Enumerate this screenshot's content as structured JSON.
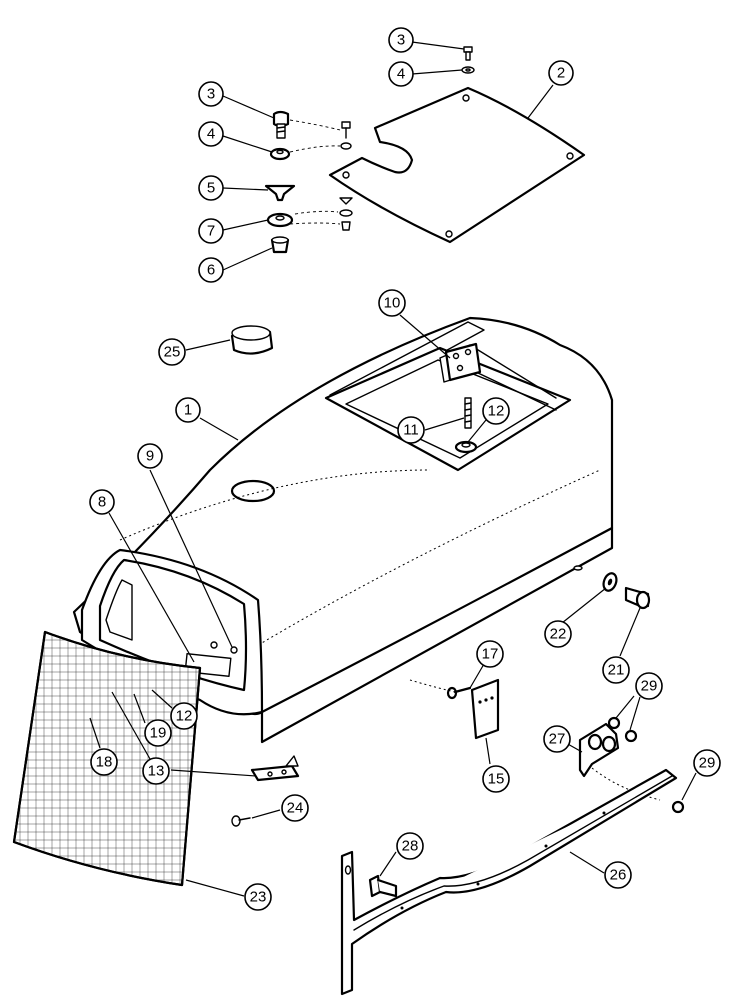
{
  "callouts": [
    {
      "id": "c3a",
      "label": "3"
    },
    {
      "id": "c4a",
      "label": "4"
    },
    {
      "id": "c2",
      "label": "2"
    },
    {
      "id": "c3b",
      "label": "3"
    },
    {
      "id": "c4b",
      "label": "4"
    },
    {
      "id": "c5",
      "label": "5"
    },
    {
      "id": "c7",
      "label": "7"
    },
    {
      "id": "c6",
      "label": "6"
    },
    {
      "id": "c25",
      "label": "25"
    },
    {
      "id": "c10",
      "label": "10"
    },
    {
      "id": "c1",
      "label": "1"
    },
    {
      "id": "c11",
      "label": "11"
    },
    {
      "id": "c12a",
      "label": "12"
    },
    {
      "id": "c9",
      "label": "9"
    },
    {
      "id": "c8",
      "label": "8"
    },
    {
      "id": "c22",
      "label": "22"
    },
    {
      "id": "c21",
      "label": "21"
    },
    {
      "id": "c17",
      "label": "17"
    },
    {
      "id": "c29a",
      "label": "29"
    },
    {
      "id": "c12b",
      "label": "12"
    },
    {
      "id": "c19",
      "label": "19"
    },
    {
      "id": "c18",
      "label": "18"
    },
    {
      "id": "c13",
      "label": "13"
    },
    {
      "id": "c27",
      "label": "27"
    },
    {
      "id": "c15",
      "label": "15"
    },
    {
      "id": "c29b",
      "label": "29"
    },
    {
      "id": "c24",
      "label": "24"
    },
    {
      "id": "c28",
      "label": "28"
    },
    {
      "id": "c26",
      "label": "26"
    },
    {
      "id": "c23",
      "label": "23"
    }
  ]
}
